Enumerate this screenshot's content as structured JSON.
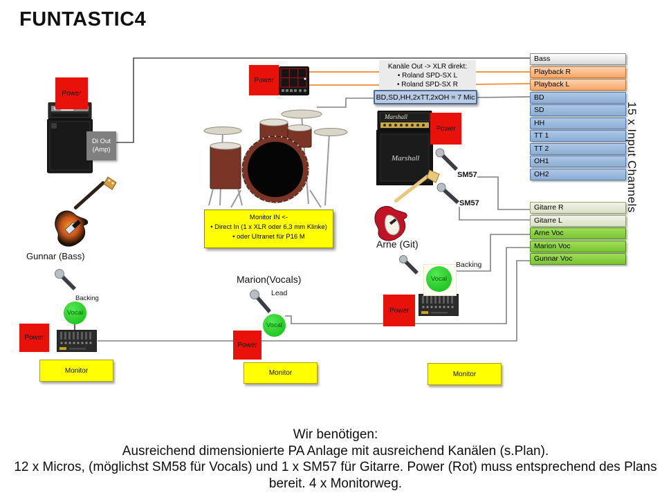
{
  "title": "FUNTASTIC4",
  "side_label": "15 x Input Channels",
  "labels": {
    "power": "Power",
    "monitor": "Monitor",
    "vocal": "Vocal",
    "backing": "Backing",
    "lead": "Lead",
    "sm57": "SM57",
    "di_out_line1": "Di Out",
    "di_out_line2": "(Amp)",
    "gunnar": "Gunnar (Bass)",
    "arne": "Arne (Git)",
    "marion": "Marion(Vocals)"
  },
  "boxes": {
    "kanaele": {
      "line1": "Kanäle Out -> XLR direkt:",
      "line2": "• Roland SPD-SX L",
      "line3": "• Roland SPD-SX R"
    },
    "drum_mics": "BD,SD,HH,2xTT,2xOH = 7 Mic",
    "monitor_in": {
      "line1": "Monitor IN <-",
      "line2": "• Direct In (1 x XLR oder 6,3 mm Klinke)",
      "line3": "• oder Ultranet für P16 M"
    }
  },
  "channels": {
    "rows": [
      {
        "label": "Bass"
      },
      {
        "label": "Playback R"
      },
      {
        "label": "Playback L"
      },
      {
        "label": "BD"
      },
      {
        "label": "SD"
      },
      {
        "label": "HH"
      },
      {
        "label": "TT 1"
      },
      {
        "label": "TT 2"
      },
      {
        "label": "OH1"
      },
      {
        "label": "OH2"
      },
      {
        "label": "Gitarre R"
      },
      {
        "label": "Gitarre L"
      },
      {
        "label": "Arne Voc"
      },
      {
        "label": "Marion Voc"
      },
      {
        "label": "Gunnar Voc"
      }
    ]
  },
  "footer": {
    "line1": "Wir benötigen:",
    "line2": "Ausreichend dimensionierte PA Anlage mit ausreichend Kanälen (s.Plan).",
    "line3": "12 x Micros, (möglichst SM58 für Vocals) und 1 x SM57 für Gitarre. Power (Rot) muss entsprechend des Plans",
    "line4": "bereit. 4 x Monitorweg."
  },
  "colors": {
    "power_red": "#e8120b",
    "monitor_yellow": "#ffff00",
    "vocal_green": "#2ed32e",
    "playback_orange": "#fac090",
    "drum_blue": "#95b3d7",
    "gitarre_sage": "#e7ebda",
    "voc_green": "#8ed050",
    "cable_orange": "#f79646",
    "cable_gray": "#808080"
  }
}
